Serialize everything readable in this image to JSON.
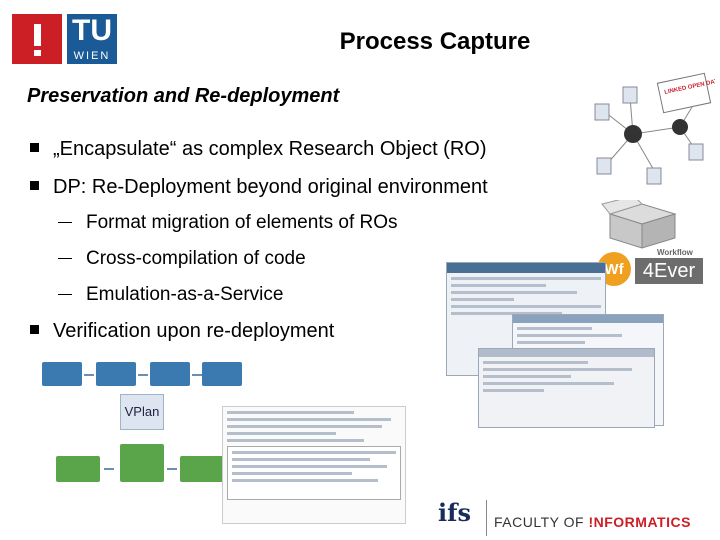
{
  "header": {
    "title": "Process Capture",
    "logo_tu": "TU",
    "logo_wien": "WIEN"
  },
  "content": {
    "subtitle": "Preservation and Re-deployment",
    "bullets": [
      "„Encapsulate“ as complex Research Object (RO)",
      "DP: Re-Deployment beyond original environment",
      "Verification upon re-deployment"
    ],
    "sub_bullets": [
      "Format migration of elements of ROs",
      "Cross-compilation of code",
      "Emulation-as-a-Service"
    ]
  },
  "images": {
    "linked_open_data": "LINKED OPEN DATA",
    "workflow_label": "Workflow",
    "workflow_brand": "4Ever",
    "workflow_abbrev": "Wf",
    "vplan_label": "VPlan"
  },
  "footer": {
    "ifs": "ifs",
    "faculty_of": "FACULTY OF",
    "informatics": "!NFORMATICS"
  },
  "colors": {
    "tu_red": "#cc1f25",
    "tu_blue": "#1a5a96",
    "wf_orange": "#f0a020"
  }
}
